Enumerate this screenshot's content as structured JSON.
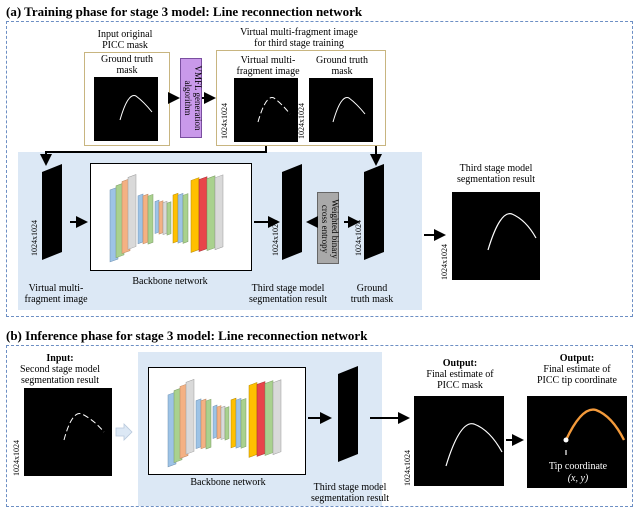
{
  "panel_a": {
    "title": "(a) Training phase for stage 3 model: Line reconnection network",
    "input_title": "Input original\nPICC mask",
    "input_sub": "Ground truth\nmask",
    "vmfl_label": "VMFL generation\nalgorithm",
    "virtual_title": "Virtual multi-fragment image\nfor third stage training",
    "virtual_sub1": "Virtual multi-\nfragment image",
    "virtual_sub2": "Ground truth\nmask",
    "size_label": "1024x1024",
    "virtual_caption": "Virtual multi-\nfragment image",
    "backbone_caption": "Backbone network",
    "third_caption": "Third stage model\nsegmentation result",
    "loss_label": "Weighted binary\ncross entropy",
    "gt_caption": "Ground\ntruth mask",
    "result_title": "Third stage model\nsegmentation result"
  },
  "panel_b": {
    "title": "(b) Inference phase for stage 3 model: Line reconnection network",
    "input_bold": "Input:",
    "input_text": "Second stage model\nsegmentation result",
    "backbone_caption": "Backbone network",
    "third_caption": "Third stage model\nsegmentation result",
    "out1_bold": "Output:",
    "out1_text": "Final estimate of\nPICC mask",
    "out2_bold": "Output:",
    "out2_text": "Final estimate of\nPICC tip coordinate",
    "tip_label": "Tip coordinate",
    "tip_coord": "(x, y)",
    "size_label": "1024x1024"
  },
  "colors": {
    "panel_border": "#6d8fc4",
    "blue_bg": "#dce8f5",
    "vmfl_purple": "#c999ea",
    "loss_grey": "#a9a9a9",
    "layer_blue": "#9dc3e6",
    "layer_orange": "#f4b183",
    "layer_yellow": "#ffc000",
    "layer_green": "#a9d18e",
    "layer_grey": "#d9d9d9",
    "layer_red": "#e8454a"
  }
}
